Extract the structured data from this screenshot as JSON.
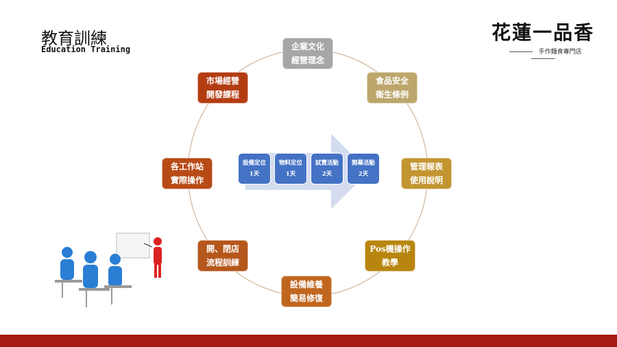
{
  "header": {
    "title": "教育訓練",
    "subtitle": "Education Training"
  },
  "logo": {
    "name": "花蓮一品香",
    "tagline": "手作麵食專門店"
  },
  "cycle": [
    {
      "line1": "企業文化",
      "line2": "經營理念",
      "color": "#a6a6a6"
    },
    {
      "line1": "食品安全",
      "line2": "衛生條例",
      "color": "#bca66c"
    },
    {
      "line1": "管理報表",
      "line2": "使用說明",
      "color": "#c39531"
    },
    {
      "line1": "Pos機操作",
      "line2": "教學",
      "color": "#b8860f"
    },
    {
      "line1": "設備維養",
      "line2": "簡易修復",
      "color": "#c0661f"
    },
    {
      "line1": "開、閉店",
      "line2": "流程訓練",
      "color": "#b5571c"
    },
    {
      "line1": "各工作站",
      "line2": "實際操作",
      "color": "#b84a15"
    },
    {
      "line1": "市場經營",
      "line2": "開發課程",
      "color": "#b33d13"
    }
  ],
  "process": [
    {
      "name": "設備定位",
      "days": "1天"
    },
    {
      "name": "物料定位",
      "days": "1天"
    },
    {
      "name": "試賣活動",
      "days": "2天"
    },
    {
      "name": "開幕活動",
      "days": "2天"
    }
  ],
  "colors": {
    "footer": "#a51c14",
    "step": "#4472c4",
    "ring": "#c9a98a"
  }
}
